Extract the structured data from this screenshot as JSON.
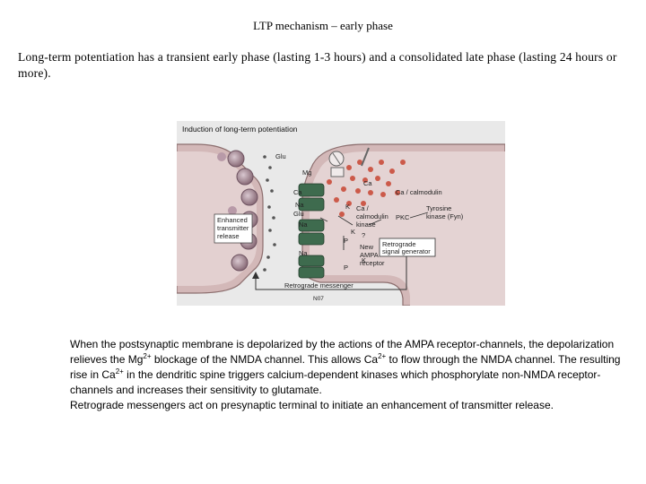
{
  "slide": {
    "title": "LTP mechanism – early phase",
    "intro": "Long-term potentiation has a transient early phase (lasting 1-3 hours) and a consolidated late phase (lasting 24 hours or more)."
  },
  "figure": {
    "title": "Induction of long-term potentiation",
    "labels": {
      "glu_top": "Glu",
      "mg": "Mg",
      "ca_left": "Ca",
      "na1": "Na",
      "glu2": "Glu",
      "na2": "Na",
      "na3": "Na",
      "k1": "K",
      "k2": "K",
      "k3": "K",
      "p1": "P",
      "p2": "P",
      "ca_mid": "Ca",
      "ca_calmodulin": "Ca / calmodulin",
      "cam_kinase": [
        "Ca /",
        "calmodulin",
        "kinase"
      ],
      "pkc": "PKC",
      "tyrosine_kinase": [
        "Tyrosine",
        "kinase (Fyn)"
      ],
      "question": "?",
      "new_ampa": [
        "New",
        "AMPA",
        "receptor"
      ],
      "retro_generator": [
        "Retrograde",
        "signal generator"
      ],
      "enhanced_release": [
        "Enhanced",
        "transmitter",
        "release"
      ],
      "retro_messenger": "Retrograde messenger",
      "figure_code": "N07"
    },
    "colors": {
      "membrane": "#d3b8b8",
      "cleft": "#e9e9e9",
      "calcium_dots": "#cc5a4a",
      "receptor": "#3e6b4e",
      "vesicle": "#7a5f6a"
    }
  },
  "caption": {
    "paragraph1_parts": [
      "When the postsynaptic membrane is depolarized by the actions of the AMPA receptor-channels, the depolarization relieves the Mg",
      "2+",
      " blockage of the NMDA channel. This allows Ca",
      "2+",
      " to flow through the NMDA channel. The resulting rise in Ca",
      "2+",
      " in the dendritic spine triggers calcium-dependent kinases which phosphorylate non-NMDA receptor-channels and increases their sensitivity to glutamate."
    ],
    "paragraph2": "Retrograde messengers act on presynaptic terminal to initiate an enhancement of transmitter release."
  }
}
